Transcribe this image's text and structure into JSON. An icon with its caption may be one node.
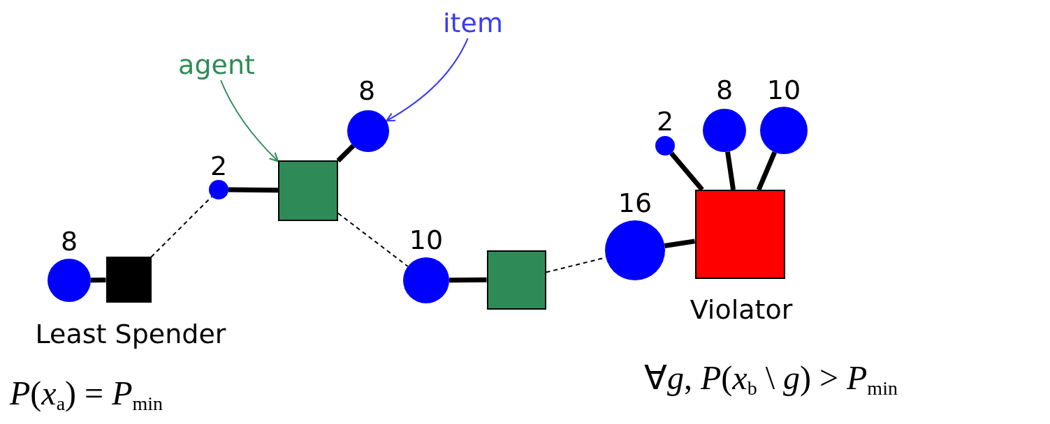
{
  "diagram": {
    "nodes": [
      {
        "text": [],
        "shape": "circle",
        "beside": [
          "8"
        ]
      },
      {
        "text": [],
        "shape": "box",
        "beside": [
          "Least Spender"
        ]
      },
      {
        "text": [],
        "shape": "circle",
        "beside": [
          "2"
        ]
      },
      {
        "text": [],
        "shape": "box"
      },
      {
        "text": [],
        "shape": "circle",
        "beside": [
          "8"
        ]
      },
      {
        "text": [],
        "shape": "circle",
        "beside": [
          "10"
        ]
      },
      {
        "text": [],
        "shape": "box"
      },
      {
        "text": [],
        "shape": "circle",
        "beside": [
          "16"
        ]
      },
      {
        "text": [],
        "shape": "box",
        "beside": [
          "Violator"
        ]
      },
      {
        "text": [],
        "shape": "circle",
        "beside": [
          "2"
        ]
      },
      {
        "text": [],
        "shape": "circle",
        "beside": [
          "8"
        ]
      },
      {
        "text": [],
        "shape": "circle",
        "beside": [
          "10"
        ]
      },
      {
        "text": [
          "agent"
        ]
      },
      {
        "text": [
          "item"
        ]
      }
    ],
    "edges": [
      {
        "from": 0,
        "to": 1,
        "arrow": "none"
      },
      {
        "from": 1,
        "to": 2,
        "arrow": "none",
        "style": "dashed"
      },
      {
        "from": 2,
        "to": 3,
        "arrow": "none"
      },
      {
        "from": 3,
        "to": 4,
        "arrow": "none"
      },
      {
        "from": 3,
        "to": 5,
        "arrow": "none",
        "style": "dashed"
      },
      {
        "from": 5,
        "to": 6,
        "arrow": "none"
      },
      {
        "from": 6,
        "to": 7,
        "arrow": "none",
        "style": "dashed"
      },
      {
        "from": 7,
        "to": 8,
        "arrow": "none"
      },
      {
        "from": 8,
        "to": 9,
        "arrow": "none"
      },
      {
        "from": 8,
        "to": 10,
        "arrow": "none"
      },
      {
        "from": 8,
        "to": 11,
        "arrow": "none"
      },
      {
        "from": 12,
        "to": 3,
        "arrow": "to",
        "color": "#2e8b57"
      },
      {
        "from": 13,
        "to": 4,
        "arrow": "to",
        "color": "#3b3bf5"
      }
    ],
    "labels": [
      "*P*(*x*$_{a}$) = *P*$_{min}$",
      "∀*g*, *P*(*x*$_{b}$ \\ *g*) > *P*$_{min}$"
    ]
  }
}
